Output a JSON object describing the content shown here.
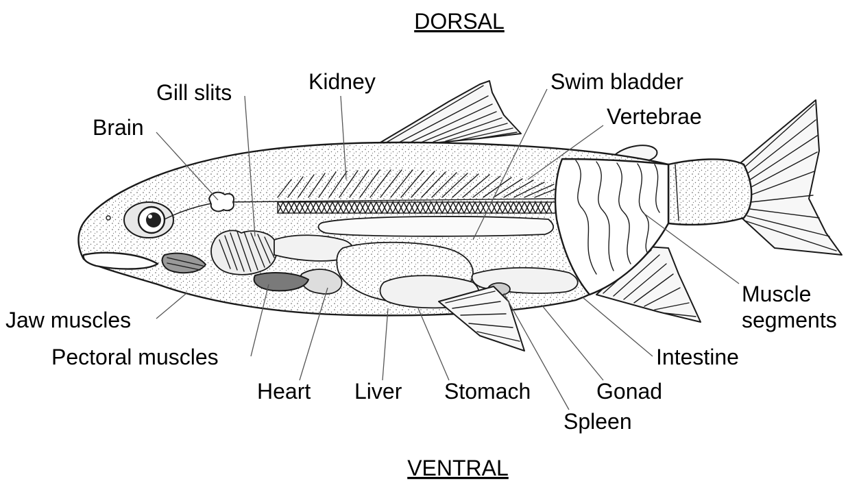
{
  "orientation": {
    "top": "DORSAL",
    "bottom": "VENTRAL"
  },
  "labels": {
    "kidney": "Kidney",
    "swim_bladder": "Swim bladder",
    "gill_slits": "Gill slits",
    "vertebrae": "Vertebrae",
    "brain": "Brain",
    "muscle_segments_line1": "Muscle",
    "muscle_segments_line2": "segments",
    "jaw_muscles": "Jaw muscles",
    "intestine": "Intestine",
    "pectoral_muscles": "Pectoral muscles",
    "heart": "Heart",
    "liver": "Liver",
    "stomach": "Stomach",
    "gonad": "Gonad",
    "spleen": "Spleen"
  }
}
